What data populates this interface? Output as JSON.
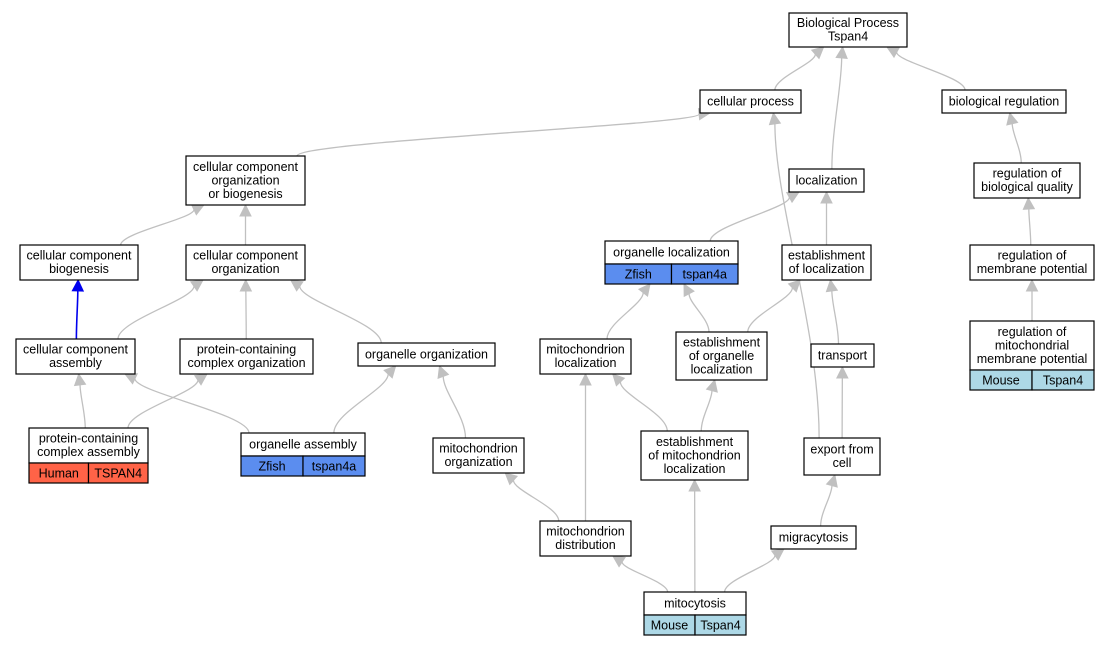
{
  "colors": {
    "edge": "#c0c0c0",
    "highlight_edge": "#0000ee",
    "human": "#ff6347",
    "zfish": "#5b8def",
    "mouse": "#add8e6"
  },
  "nodes": [
    {
      "id": "bp",
      "lines": [
        "Biological Process",
        "Tspan4"
      ]
    },
    {
      "id": "cp",
      "lines": [
        "cellular process"
      ]
    },
    {
      "id": "breg",
      "lines": [
        "biological regulation"
      ]
    },
    {
      "id": "ccob",
      "lines": [
        "cellular component",
        "organization",
        "or biogenesis"
      ]
    },
    {
      "id": "loc",
      "lines": [
        "localization"
      ]
    },
    {
      "id": "rbq",
      "lines": [
        "regulation of",
        "biological quality"
      ]
    },
    {
      "id": "ccb",
      "lines": [
        "cellular component",
        "biogenesis"
      ]
    },
    {
      "id": "cco",
      "lines": [
        "cellular component",
        "organization"
      ]
    },
    {
      "id": "ol",
      "lines": [
        "organelle localization"
      ],
      "tags": [
        {
          "label": "Zfish",
          "kind": "zfish"
        },
        {
          "label": "tspan4a",
          "kind": "zfish"
        }
      ]
    },
    {
      "id": "eol_loc",
      "lines": [
        "establishment",
        "of localization"
      ]
    },
    {
      "id": "rmp",
      "lines": [
        "regulation of",
        "membrane potential"
      ]
    },
    {
      "id": "cca",
      "lines": [
        "cellular component",
        "assembly"
      ]
    },
    {
      "id": "pcco",
      "lines": [
        "protein-containing",
        "complex organization"
      ]
    },
    {
      "id": "oo",
      "lines": [
        "organelle organization"
      ]
    },
    {
      "id": "ml",
      "lines": [
        "mitochondrion",
        "localization"
      ]
    },
    {
      "id": "eorgl",
      "lines": [
        "establishment",
        "of organelle",
        "localization"
      ]
    },
    {
      "id": "tr",
      "lines": [
        "transport"
      ]
    },
    {
      "id": "rmmp",
      "lines": [
        "regulation of",
        "mitochondrial",
        "membrane potential"
      ],
      "tags": [
        {
          "label": "Mouse",
          "kind": "mouse"
        },
        {
          "label": "Tspan4",
          "kind": "mouse"
        }
      ]
    },
    {
      "id": "pcca",
      "lines": [
        "protein-containing",
        "complex assembly"
      ],
      "tags": [
        {
          "label": "Human",
          "kind": "human"
        },
        {
          "label": "TSPAN4",
          "kind": "human"
        }
      ]
    },
    {
      "id": "oa",
      "lines": [
        "organelle assembly"
      ],
      "tags": [
        {
          "label": "Zfish",
          "kind": "zfish"
        },
        {
          "label": "tspan4a",
          "kind": "zfish"
        }
      ]
    },
    {
      "id": "mo",
      "lines": [
        "mitochondrion",
        "organization"
      ]
    },
    {
      "id": "eml",
      "lines": [
        "establishment",
        "of mitochondrion",
        "localization"
      ]
    },
    {
      "id": "efc",
      "lines": [
        "export from",
        "cell"
      ]
    },
    {
      "id": "md",
      "lines": [
        "mitochondrion",
        "distribution"
      ]
    },
    {
      "id": "mig",
      "lines": [
        "migracytosis"
      ]
    },
    {
      "id": "mit",
      "lines": [
        "mitocytosis"
      ],
      "tags": [
        {
          "label": "Mouse",
          "kind": "mouse"
        },
        {
          "label": "Tspan4",
          "kind": "mouse"
        }
      ]
    }
  ],
  "edges": [
    {
      "from": "cp",
      "to": "bp"
    },
    {
      "from": "loc",
      "to": "bp"
    },
    {
      "from": "breg",
      "to": "bp"
    },
    {
      "from": "ccob",
      "to": "cp"
    },
    {
      "from": "efc",
      "to": "cp"
    },
    {
      "from": "rbq",
      "to": "breg"
    },
    {
      "from": "ccb",
      "to": "ccob"
    },
    {
      "from": "cco",
      "to": "ccob"
    },
    {
      "from": "ol",
      "to": "loc"
    },
    {
      "from": "eol_loc",
      "to": "loc"
    },
    {
      "from": "rmp",
      "to": "rbq"
    },
    {
      "from": "cca",
      "to": "ccb",
      "highlight": true
    },
    {
      "from": "cca",
      "to": "cco"
    },
    {
      "from": "pcco",
      "to": "cco"
    },
    {
      "from": "oo",
      "to": "cco"
    },
    {
      "from": "ml",
      "to": "ol"
    },
    {
      "from": "eorgl",
      "to": "ol"
    },
    {
      "from": "eorgl",
      "to": "eol_loc"
    },
    {
      "from": "tr",
      "to": "eol_loc"
    },
    {
      "from": "rmmp",
      "to": "rmp"
    },
    {
      "from": "pcca",
      "to": "cca"
    },
    {
      "from": "oa",
      "to": "cca"
    },
    {
      "from": "pcca",
      "to": "pcco"
    },
    {
      "from": "oa",
      "to": "oo"
    },
    {
      "from": "mo",
      "to": "oo"
    },
    {
      "from": "eml",
      "to": "ml"
    },
    {
      "from": "eml",
      "to": "eorgl"
    },
    {
      "from": "efc",
      "to": "tr"
    },
    {
      "from": "md",
      "to": "mo"
    },
    {
      "from": "md",
      "to": "ml"
    },
    {
      "from": "mit",
      "to": "md"
    },
    {
      "from": "mit",
      "to": "eml"
    },
    {
      "from": "mit",
      "to": "mig"
    },
    {
      "from": "mig",
      "to": "efc"
    }
  ]
}
